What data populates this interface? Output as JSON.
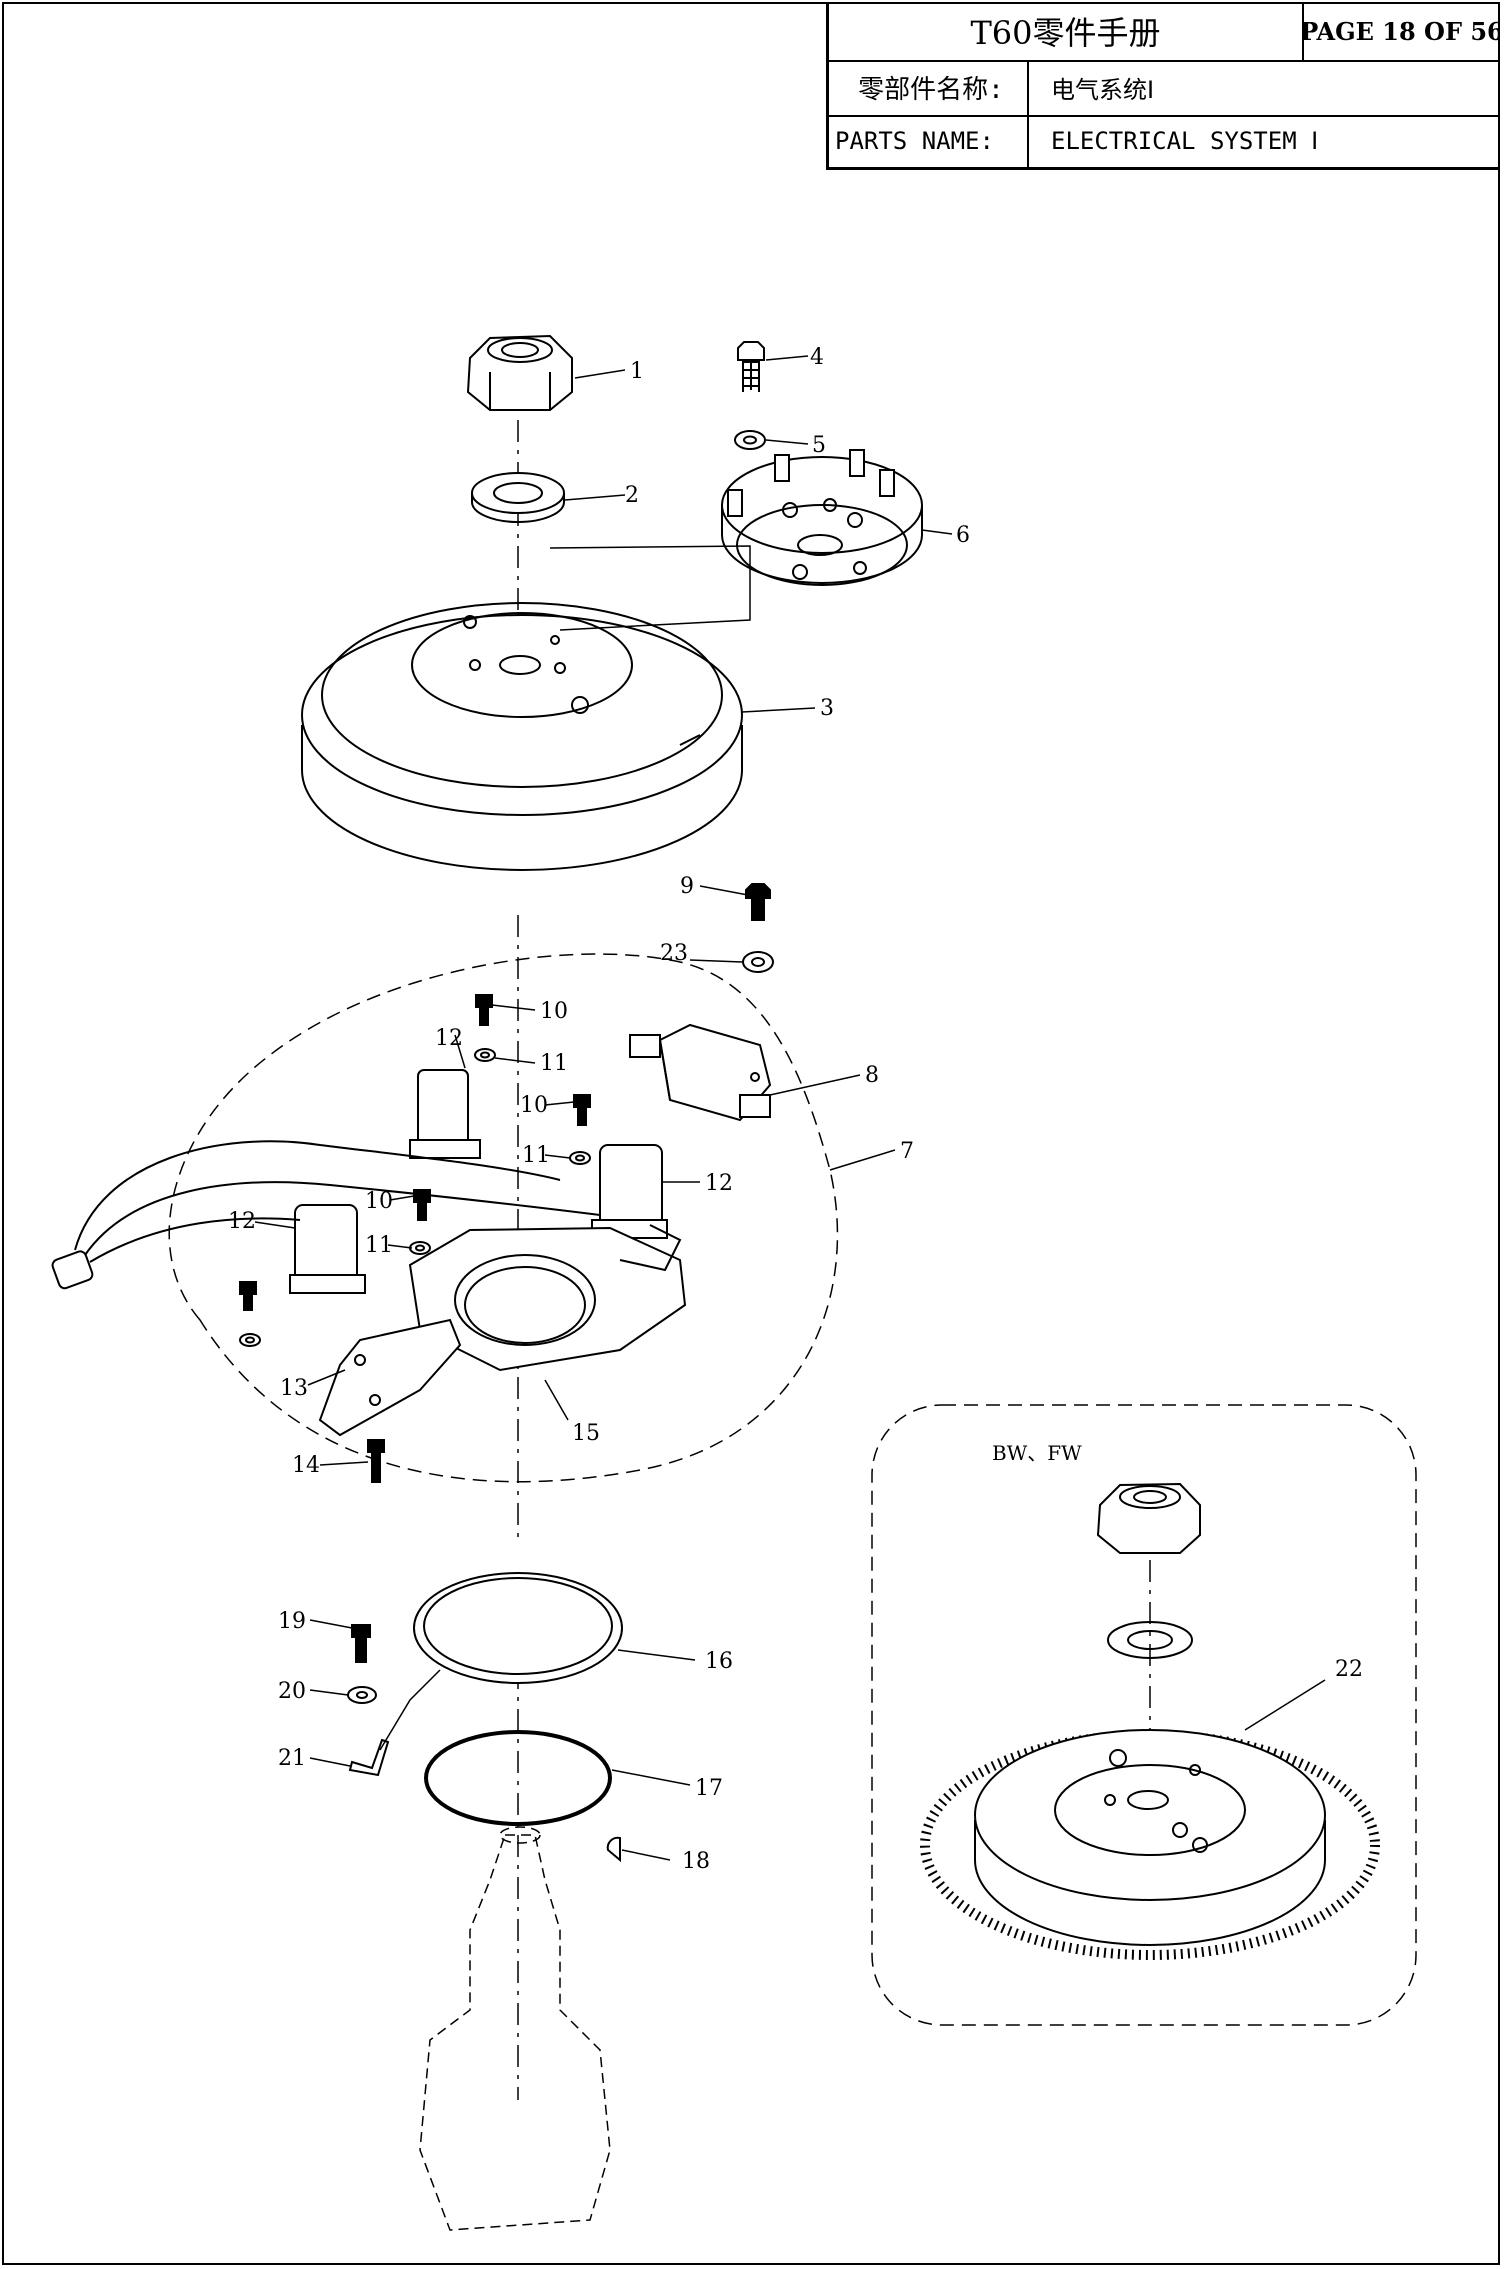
{
  "header": {
    "manual_title": "T60零件手册",
    "page_label": "PAGE 18 OF 56",
    "name_label_cn": "零部件名称:",
    "name_value_cn": "电气系统Ⅰ",
    "name_label_en": "PARTS NAME:",
    "name_value_en": "ELECTRICAL SYSTEM Ⅰ"
  },
  "diagram": {
    "variant_label": "BW、FW",
    "callouts": [
      "1",
      "2",
      "3",
      "4",
      "5",
      "6",
      "7",
      "8",
      "9",
      "10",
      "10",
      "10",
      "11",
      "11",
      "11",
      "12",
      "12",
      "12",
      "13",
      "14",
      "15",
      "16",
      "17",
      "18",
      "19",
      "20",
      "21",
      "22",
      "23"
    ]
  }
}
